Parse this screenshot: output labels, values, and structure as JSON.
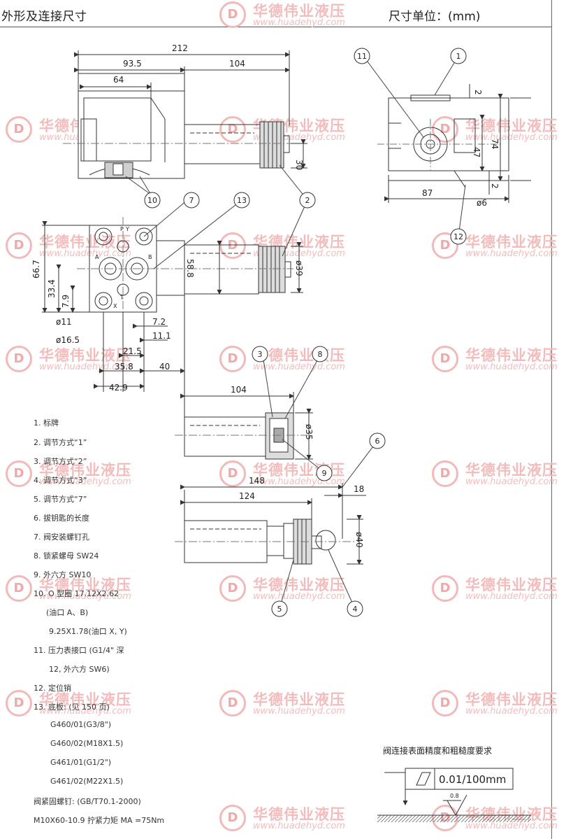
{
  "header": {
    "title": "外形及连接尺寸",
    "unit": "尺寸单位：(mm)"
  },
  "watermark": {
    "brand_cn": "华德伟业液压",
    "url": "www.huadehyd.com",
    "logo_glyph": "D"
  },
  "dims": {
    "d212": "212",
    "d93_5": "93.5",
    "d104_top": "104",
    "d64": "64",
    "d30": "30",
    "d2_a": "2",
    "d74": "74",
    "d47": "47",
    "d2_b": "2",
    "d87": "87",
    "phi6": "ø6",
    "d66_7": "66.7",
    "d33_4": "33.4",
    "d7_9": "7.9",
    "d58_8": "58.8",
    "phi39": "ø39",
    "phi11": "ø11",
    "phi16_5": "ø16.5",
    "d7_2": "7.2",
    "d11_1": "11.1",
    "d21_5": "21.5",
    "d35_8": "35.8",
    "d40": "40",
    "d42_9": "42.9",
    "d104_mid": "104",
    "phi35": "ø35",
    "d148": "148",
    "d124": "124",
    "d18": "18",
    "phi40": "ø40",
    "port_p": "P",
    "port_t": "T",
    "port_a": "A",
    "port_b": "B",
    "port_y": "Y",
    "port_x": "X"
  },
  "callouts": [
    "1",
    "2",
    "3",
    "4",
    "5",
    "6",
    "7",
    "8",
    "9",
    "10",
    "11",
    "12",
    "13"
  ],
  "parts_list": [
    "1. 标牌",
    "2. 调节方式“1”",
    "3. 调节方式“2”",
    "4. 调节方式“3”",
    "5. 调节方式“7”",
    "6. 拔钥匙的长度",
    "7. 阀安装螺钉孔",
    "8. 锁紧螺母 SW24",
    "9. 外六方 SW10",
    "10. O 型圈 17.12X2.62",
    "(油口 A、B)",
    "9.25X1.78(油口 X, Y)",
    "11. 压力表接口 (G1/4\" 深",
    "12, 外六方 SW6)",
    "12. 定位销",
    "13. 底板: (见 150 页)",
    "G460/01(G3/8\")",
    "G460/02(M18X1.5)",
    "G461/01(G1/2\")",
    "G461/02(M22X1.5)",
    "阀紧固螺钉: (GB/T70.1-2000)",
    "M10X60-10.9 拧紧力矩 MA =75Nm"
  ],
  "surface": {
    "title": "阀连接表面精度和粗糙度要求",
    "tolerance": "0.01/100mm",
    "roughness": "0.8"
  }
}
